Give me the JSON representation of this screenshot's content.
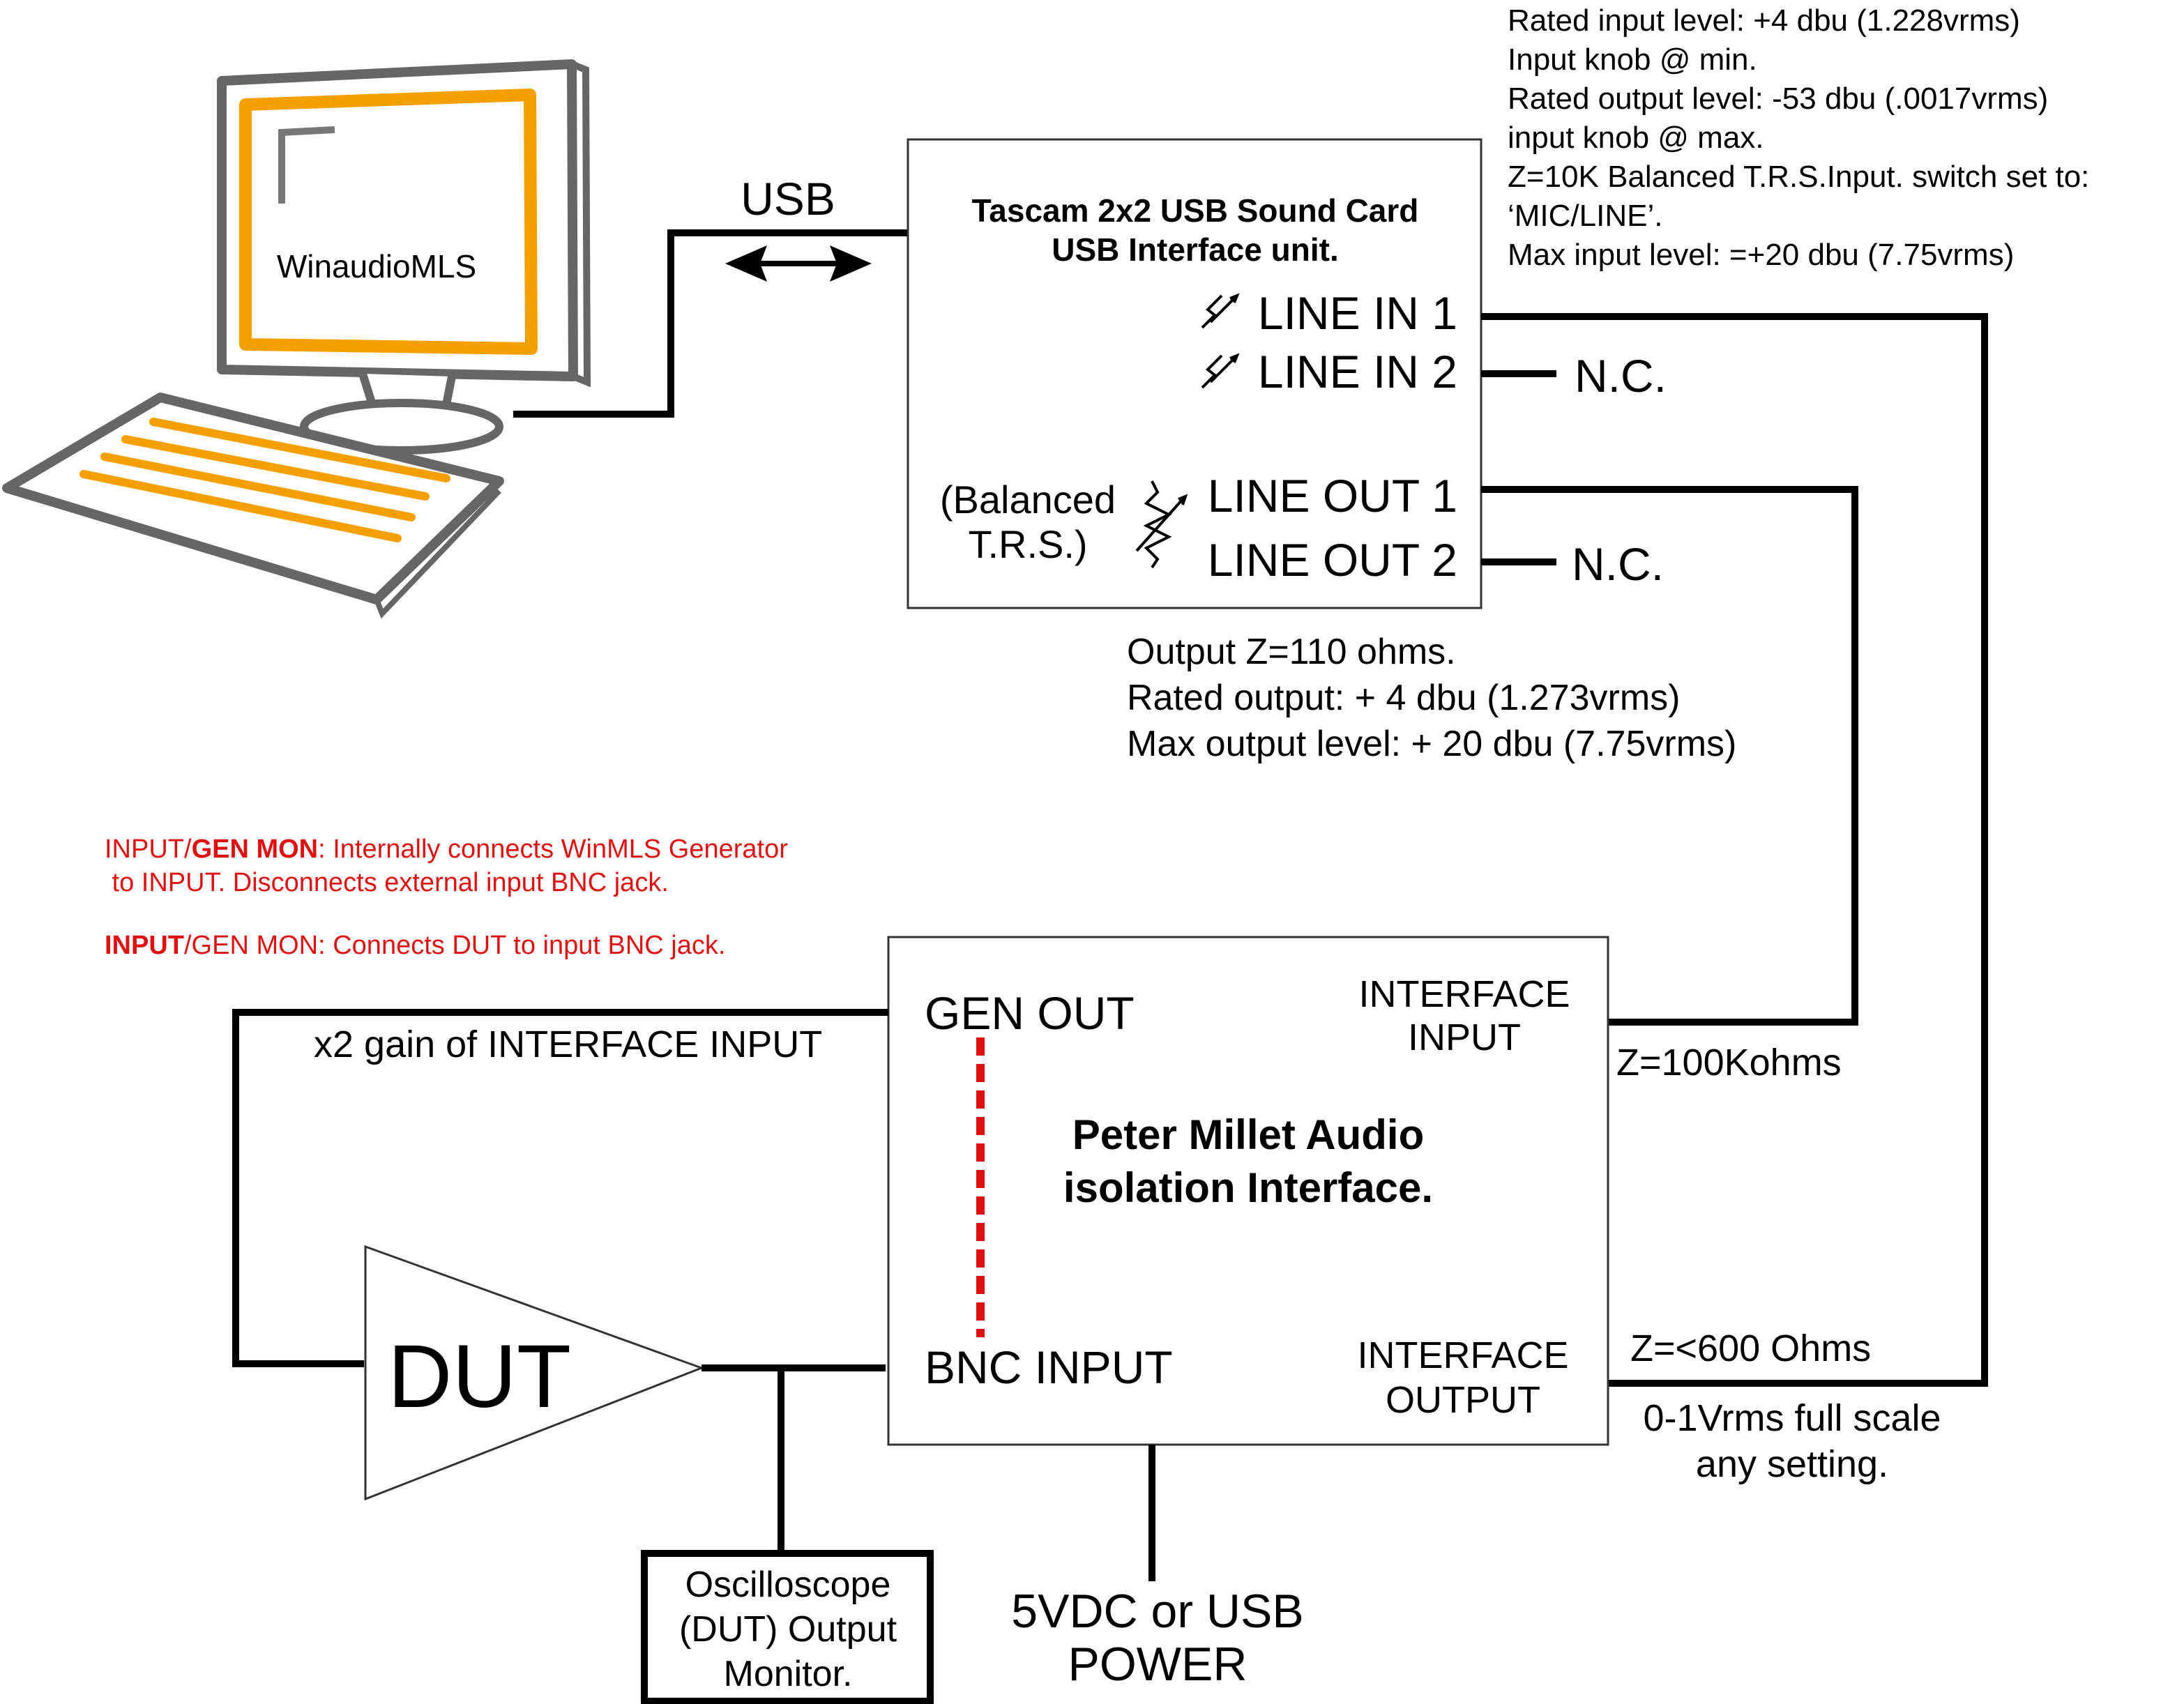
{
  "computer": {
    "screen_label": "WinaudioMLS"
  },
  "usb": {
    "label": "USB"
  },
  "soundcard": {
    "title_line1": "Tascam 2x2 USB Sound Card",
    "title_line2": "USB  Interface unit.",
    "line_in_1": "LINE IN 1",
    "line_in_2": "LINE IN 2",
    "line_out_1": "LINE OUT 1",
    "line_out_2": "LINE OUT 2",
    "balanced_line1": "(Balanced",
    "balanced_line2": "T.R.S.)"
  },
  "nc_in": "N.C.",
  "nc_out": "N.C.",
  "input_specs": [
    "Rated input level: +4 dbu (1.228vrms)",
    "Input knob @ min.",
    "Rated output level: -53 dbu (.0017vrms)",
    "input knob @ max.",
    "Z=10K Balanced T.R.S.Input. switch set to:",
    "‘MIC/LINE’.",
    "Max input level: =+20 dbu (7.75vrms)"
  ],
  "output_specs": [
    "Output Z=110 ohms.",
    "Rated output: + 4 dbu (1.273vrms)",
    "Max output level: + 20 dbu (7.75vrms)"
  ],
  "red_notes": {
    "note1_prefix": "INPUT/",
    "note1_bold": "GEN MON",
    "note1_rest": ": Internally connects WinMLS Generator",
    "note1_line2": " to INPUT. Disconnects external input BNC jack.",
    "note2_bold": "INPUT",
    "note2_rest": "/GEN MON: Connects DUT to input BNC jack."
  },
  "interface_box": {
    "gen_out": "GEN OUT",
    "bnc_input": "BNC INPUT",
    "interface_input_line1": "INTERFACE",
    "interface_input_line2": "INPUT",
    "interface_output_line1": "INTERFACE",
    "interface_output_line2": "OUTPUT",
    "title_line1": "Peter Millet Audio",
    "title_line2": "isolation Interface."
  },
  "gain_label": "x2 gain of INTERFACE INPUT",
  "z_input": "Z=100Kohms",
  "z_output": "Z=<600 Ohms",
  "fullscale_line1": "0-1Vrms full scale",
  "fullscale_line2": "any setting.",
  "dut": {
    "label": "DUT"
  },
  "scope": {
    "line1": "Oscilloscope",
    "line2": "(DUT) Output",
    "line3": "Monitor."
  },
  "power": {
    "line1": "5VDC or USB",
    "line2": "POWER"
  },
  "colors": {
    "accent_orange": "#f5a000",
    "computer_gray": "#666666",
    "note_red": "#dd1111",
    "dashed_red": "#dd1111"
  }
}
